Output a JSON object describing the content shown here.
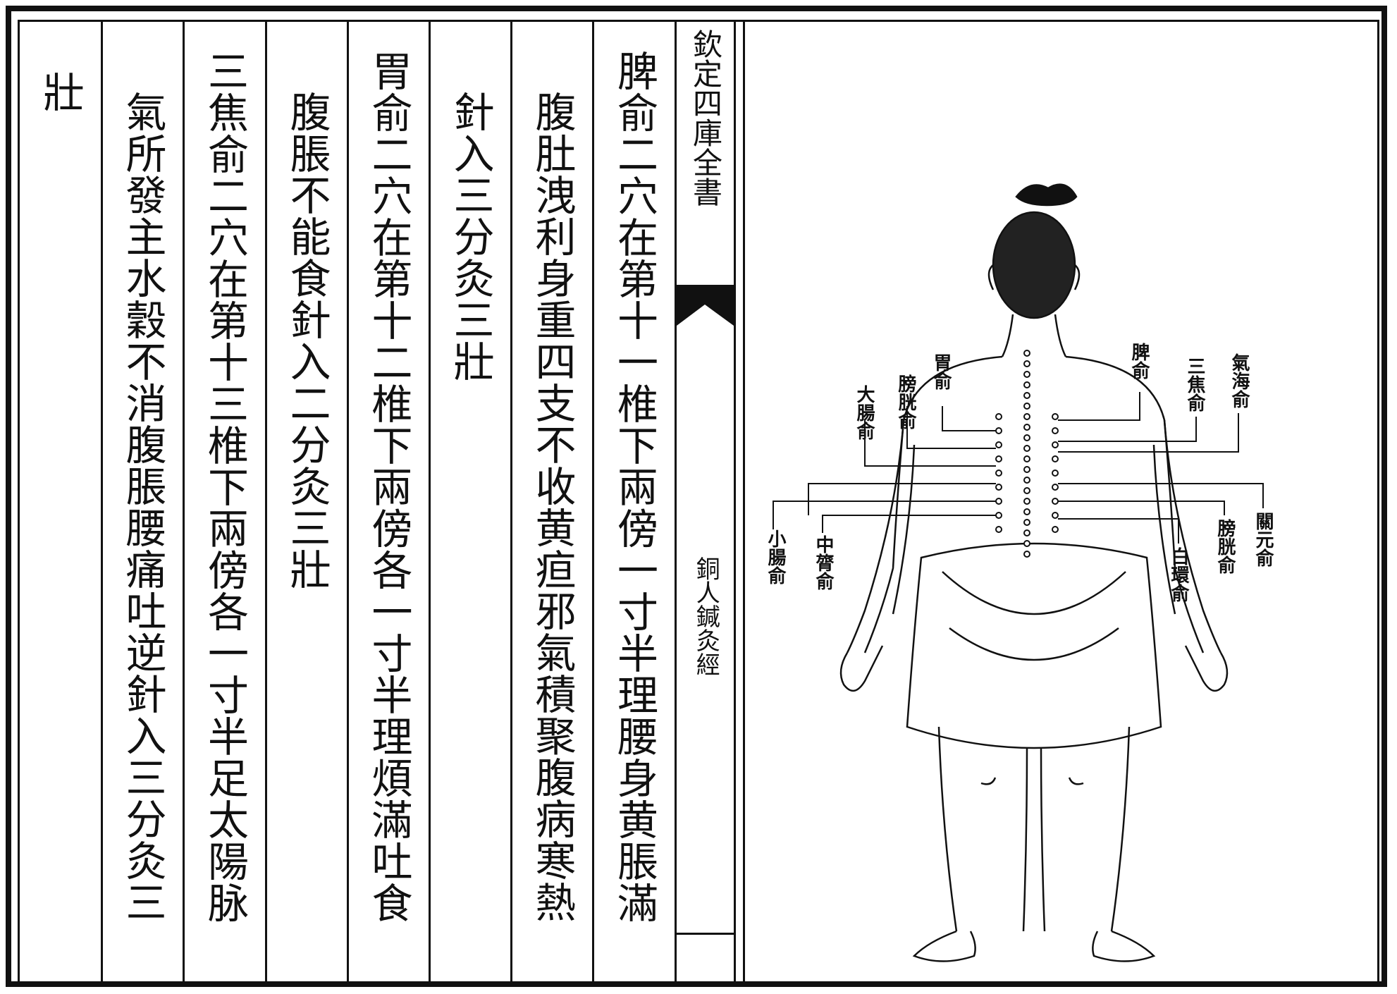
{
  "columns": [
    {
      "id": "c1",
      "text": "壯"
    },
    {
      "id": "c2",
      "text": "氣所發主水穀不消腹脹腰痛吐逆針入三分灸三"
    },
    {
      "id": "c3",
      "text": "三焦俞二穴在第十三椎下兩傍各一寸半足太陽脉"
    },
    {
      "id": "c4",
      "text": "腹脹不能食針入二分灸三壯"
    },
    {
      "id": "c5",
      "text": "胃俞二穴在第十二椎下兩傍各一寸半理煩滿吐食"
    },
    {
      "id": "c6",
      "text": "針入三分灸三壯"
    },
    {
      "id": "c7",
      "text": "腹肚洩利身重四支不收黄疸邪氣積聚腹病寒熱"
    },
    {
      "id": "c8",
      "text": "脾俞二穴在第十一椎下兩傍一寸半理腰身黄脹滿"
    }
  ],
  "margin": {
    "collection_title": "欽定四庫全書",
    "book_title": "銅人鍼灸經"
  },
  "illustration": {
    "description_icon": "acupuncture-back-figure",
    "labels_left": [
      "小腸俞",
      "中膂俞",
      "大腸俞",
      "膀胱俞",
      "胃俞"
    ],
    "labels_right": [
      "關元俞",
      "膀胱俞",
      "白環俞",
      "三焦俞",
      "脾俞",
      "氣海俞"
    ]
  }
}
